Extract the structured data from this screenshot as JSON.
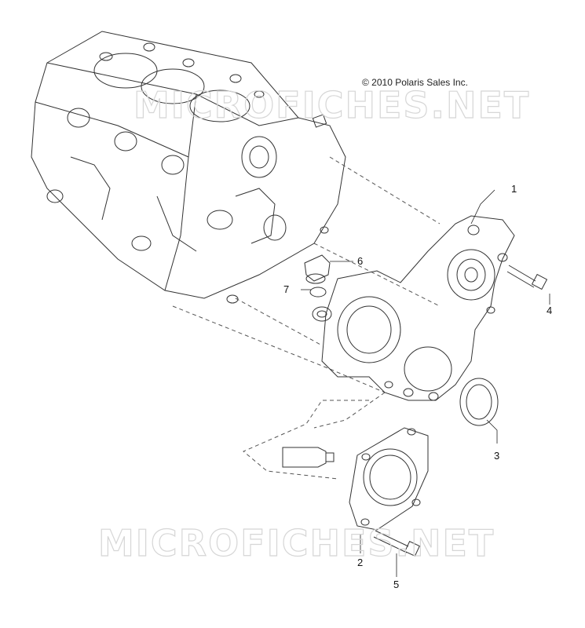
{
  "copyright": "© 2010 Polaris Sales Inc.",
  "watermark": "MICROFICHES.NET",
  "callouts": [
    {
      "id": "1",
      "label": "1"
    },
    {
      "id": "2",
      "label": "2"
    },
    {
      "id": "3",
      "label": "3"
    },
    {
      "id": "4",
      "label": "4"
    },
    {
      "id": "5",
      "label": "5"
    },
    {
      "id": "6",
      "label": "6"
    },
    {
      "id": "7",
      "label": "7"
    }
  ],
  "colors": {
    "line": "#333333",
    "watermark": "#d0d0d0",
    "background": "#ffffff"
  }
}
